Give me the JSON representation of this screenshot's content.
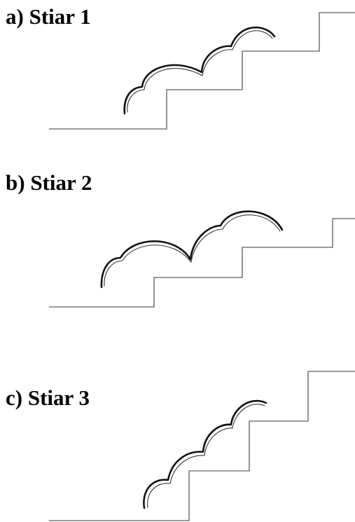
{
  "panels": [
    {
      "label": "a) Stiar 1",
      "steps": 3,
      "trajectory": "jump"
    },
    {
      "label": "b) Stiar 2",
      "steps": 3,
      "trajectory": "jump"
    },
    {
      "label": "c) Stiar 3",
      "steps": 3,
      "trajectory": "jump"
    }
  ],
  "colors": {
    "stair_line": "#7a7a7a",
    "trajectory": "#111111",
    "text": "#000000"
  }
}
